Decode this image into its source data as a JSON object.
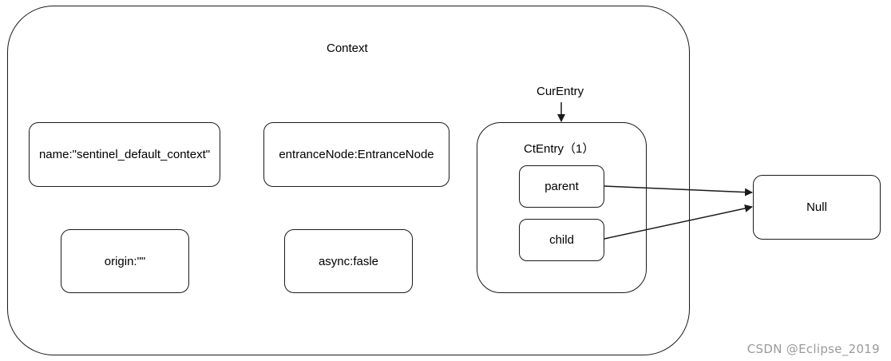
{
  "diagram": {
    "context": {
      "title": "Context"
    },
    "fields": {
      "name": "name:\"sentinel_default_context\"",
      "entrance_node": "entranceNode:EntranceNode",
      "origin": "origin:\"\"",
      "async": "async:fasle"
    },
    "cur_entry_label": "CurEntry",
    "ctentry": {
      "title": "CtEntry（1）",
      "parent": "parent",
      "child": "child"
    },
    "null_node": "Null",
    "stroke_color": "#1a1a1a"
  },
  "watermark": "CSDN @Eclipse_2019"
}
